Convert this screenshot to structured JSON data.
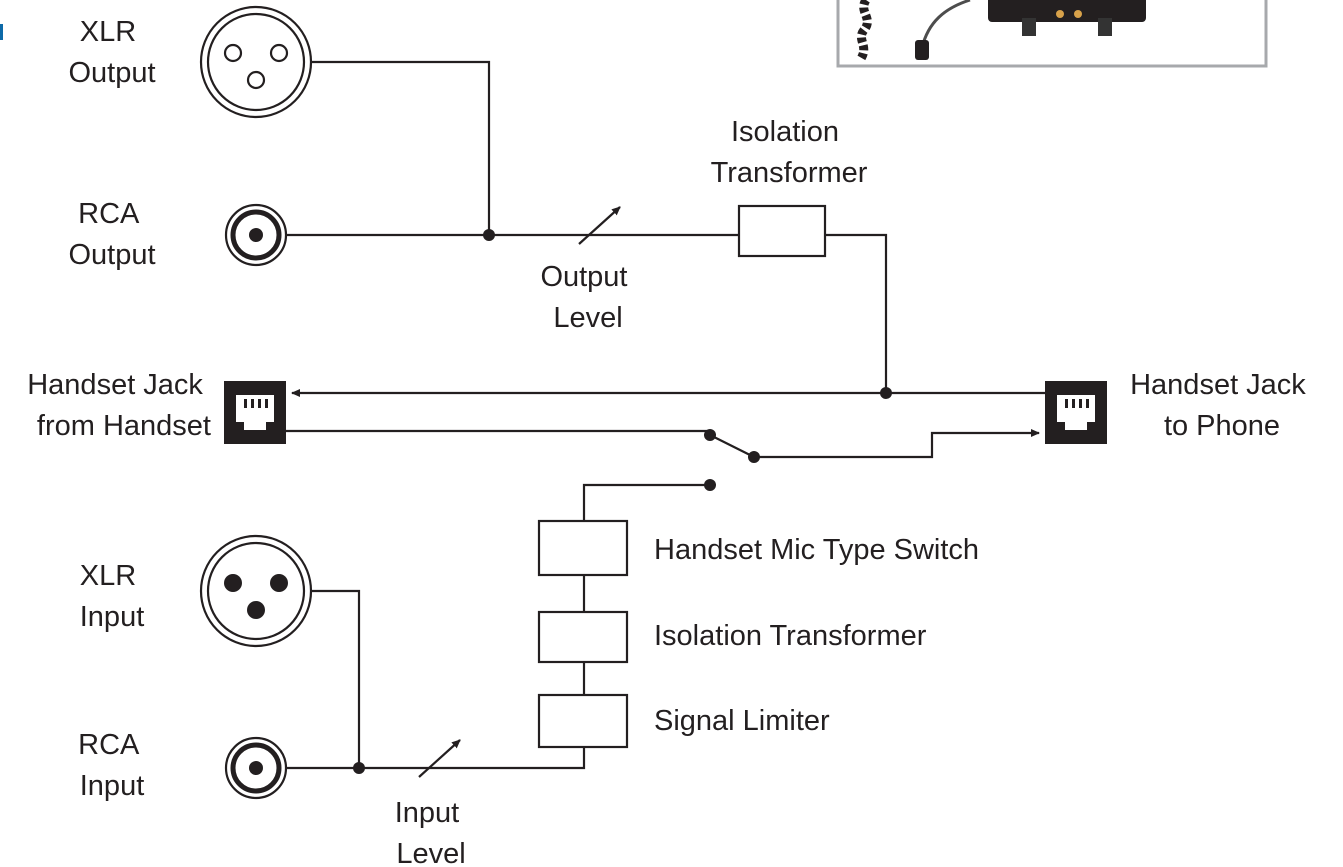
{
  "colors": {
    "ink": "#231f20",
    "background": "#ffffff",
    "photo_frame": "#a7a9ac",
    "edge_accent": "#0d6aa8"
  },
  "outputs": {
    "xlr": [
      "XLR",
      "Output"
    ],
    "rca": [
      "RCA",
      "Output"
    ],
    "level": [
      "Output",
      "Level"
    ],
    "transformer": [
      "Isolation",
      "Transformer"
    ]
  },
  "handset": {
    "left_jack": [
      "Handset Jack",
      "from Handset"
    ],
    "right_jack": [
      "Handset Jack",
      "to Phone"
    ]
  },
  "inputs": {
    "xlr": [
      "XLR",
      "Input"
    ],
    "rca": [
      "RCA",
      "Input"
    ],
    "level": [
      "Input",
      "Level"
    ]
  },
  "chain": {
    "mic_type_switch": "Handset Mic Type Switch",
    "isolation_transformer": "Isolation Transformer",
    "signal_limiter": "Signal Limiter"
  },
  "icons": {
    "xlr_output": "xlr-female-connector-icon",
    "xlr_input": "xlr-male-connector-icon",
    "rca": "rca-connector-icon",
    "handset_jack": "rj-modular-jack-icon",
    "device_photo": "device-photo-icon"
  }
}
